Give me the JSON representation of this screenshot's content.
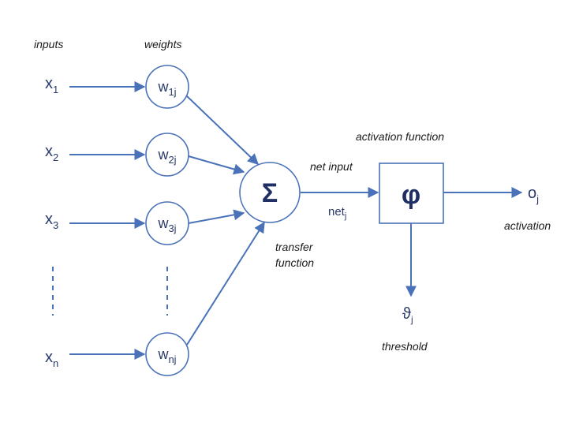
{
  "labels": {
    "inputs": "inputs",
    "weights": "weights",
    "activation_function": "activation function",
    "net_input": "net input",
    "transfer_function_line1": "transfer",
    "transfer_function_line2": "function",
    "activation": "activation",
    "threshold": "threshold"
  },
  "inputs": [
    {
      "base": "x",
      "sub": "1"
    },
    {
      "base": "x",
      "sub": "2"
    },
    {
      "base": "x",
      "sub": "3"
    },
    {
      "base": "x",
      "sub": "n"
    }
  ],
  "weights": [
    {
      "base": "w",
      "sub": "1j"
    },
    {
      "base": "w",
      "sub": "2j"
    },
    {
      "base": "w",
      "sub": "3j"
    },
    {
      "base": "w",
      "sub": "nj"
    }
  ],
  "sum_symbol": "Σ",
  "activation_symbol": "φ",
  "net": {
    "base": "net",
    "sub": "j"
  },
  "output": {
    "base": "o",
    "sub": "j"
  },
  "threshold_symbol": {
    "base": "ϑ",
    "sub": "j"
  },
  "colors": {
    "stroke": "#4a72b8",
    "text": "#2a3a6a",
    "symbol": "#1f2f66"
  }
}
